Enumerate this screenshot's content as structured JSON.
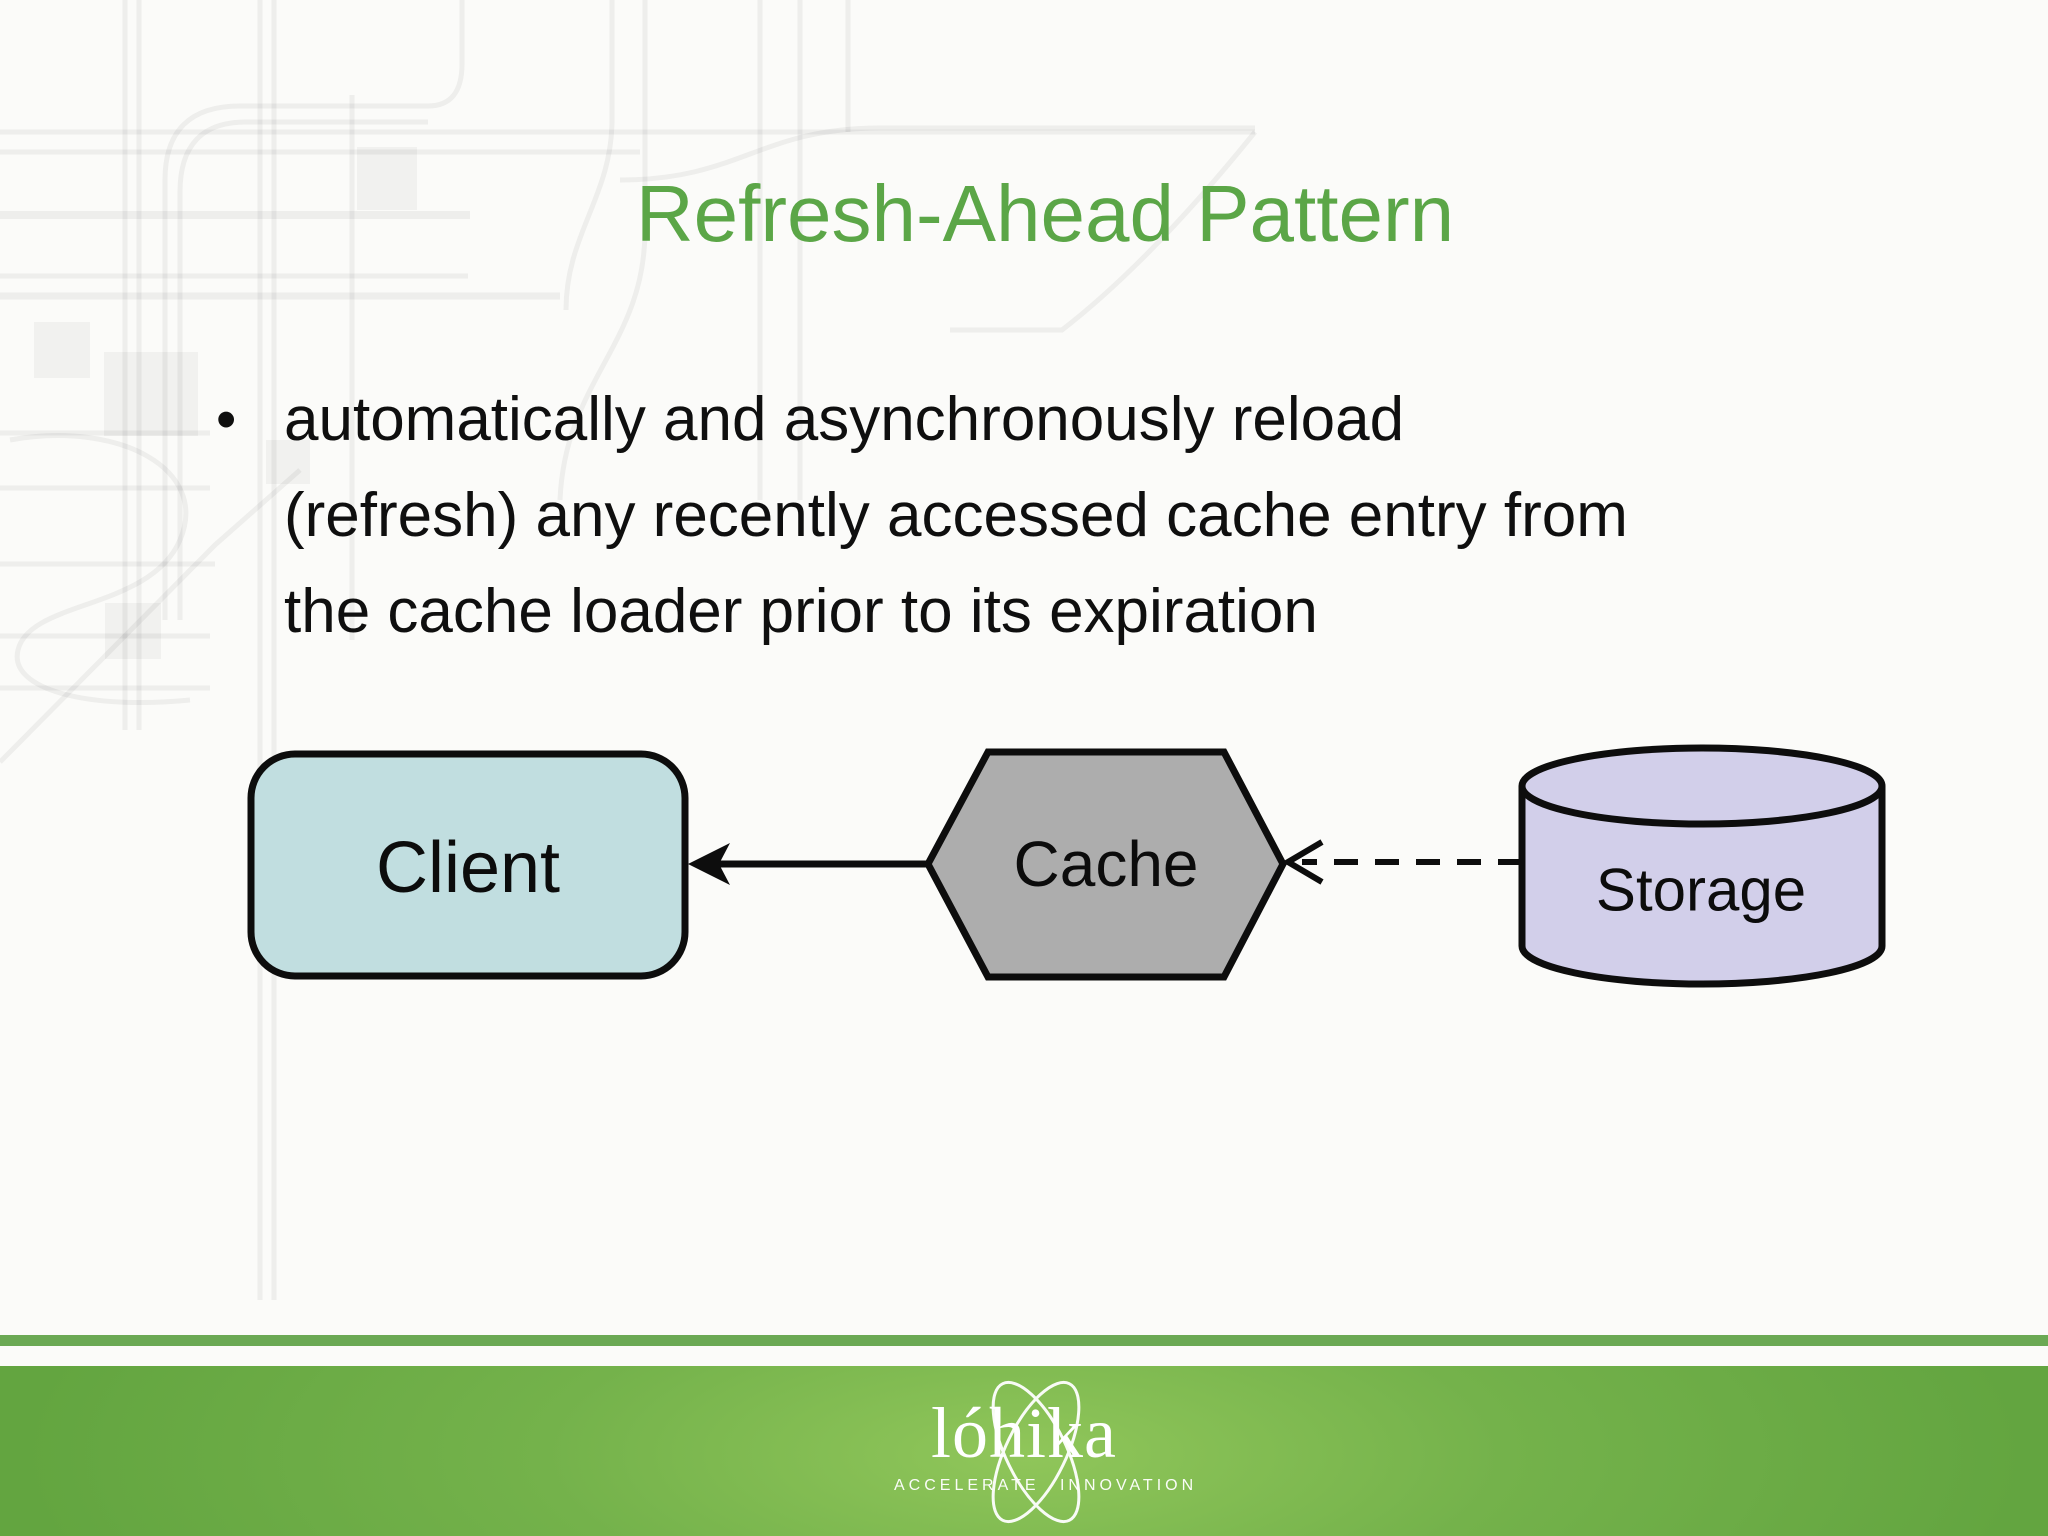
{
  "slide": {
    "title": "Refresh-Ahead Pattern",
    "bullet": {
      "marker": "•",
      "lines": [
        "automatically and asynchronously reload",
        "(refresh) any recently accessed cache entry from",
        "the cache loader prior to its expiration"
      ]
    },
    "diagram": {
      "nodes": [
        {
          "id": "client",
          "label": "Client",
          "shape": "rounded-rectangle",
          "fill": "#C1DEE0"
        },
        {
          "id": "cache",
          "label": "Cache",
          "shape": "hexagon",
          "fill": "#ADADAD"
        },
        {
          "id": "storage",
          "label": "Storage",
          "shape": "cylinder",
          "fill": "#D2CFEA"
        }
      ],
      "edges": [
        {
          "from": "cache",
          "to": "client",
          "style": "solid",
          "description": "solid arrow from Cache into Client"
        },
        {
          "from": "storage",
          "to": "cache",
          "style": "dashed",
          "description": "dashed arrow from Storage into Cache"
        }
      ]
    },
    "footer": {
      "logo_text": "lóhika",
      "logo_tagline": "ACCELERATE INNOVATION"
    },
    "colors": {
      "title_green": "#5BA647",
      "footer_band_green": "#6FAF49",
      "footer_stripe_green": "#6BA954",
      "client_fill": "#C1DEE0",
      "cache_fill": "#ADADAD",
      "storage_fill": "#D2CFEA",
      "outline_black": "#0D0D0D",
      "logo_white": "#FFFFFF"
    }
  }
}
